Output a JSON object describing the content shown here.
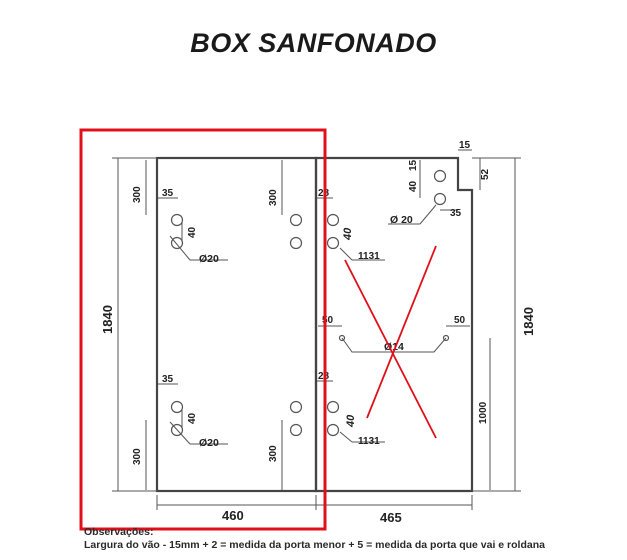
{
  "title": "BOX SANFONADO",
  "dimensions": {
    "height_left": "1840",
    "height_right": "1840",
    "width_left": "460",
    "width_right": "465",
    "offset_top": "300",
    "offset_bottom": "300",
    "offset_top_mid": "300",
    "offset_bottom_mid": "300",
    "h35_top": "35",
    "h35_bottom": "35",
    "v40_left_top": "40",
    "v40_left_bottom": "40",
    "hole20_left_top": "Ø20",
    "hole20_left_bottom": "Ø20",
    "h28_top": "28",
    "h28_bottom": "28",
    "v40_mid_top": "40",
    "v40_mid_bottom": "40",
    "dist_1131_top": "1131",
    "dist_1131_bottom": "1131",
    "notch_15": "15",
    "notch_52": "52",
    "v40_right": "40",
    "v15_right": "15",
    "hole20_right": "Ø 20",
    "h35_right": "35",
    "h50_left": "50",
    "h50_right": "50",
    "hole14": "Ø14",
    "v1000": "1000"
  },
  "notes": {
    "heading": "Observações:",
    "line1": "Largura do vão - 15mm + 2 = medida da porta menor + 5 = medida da porta que vai e roldana"
  },
  "colors": {
    "highlight": "#e0101a",
    "cross": "#e0101a",
    "line": "#555555"
  }
}
